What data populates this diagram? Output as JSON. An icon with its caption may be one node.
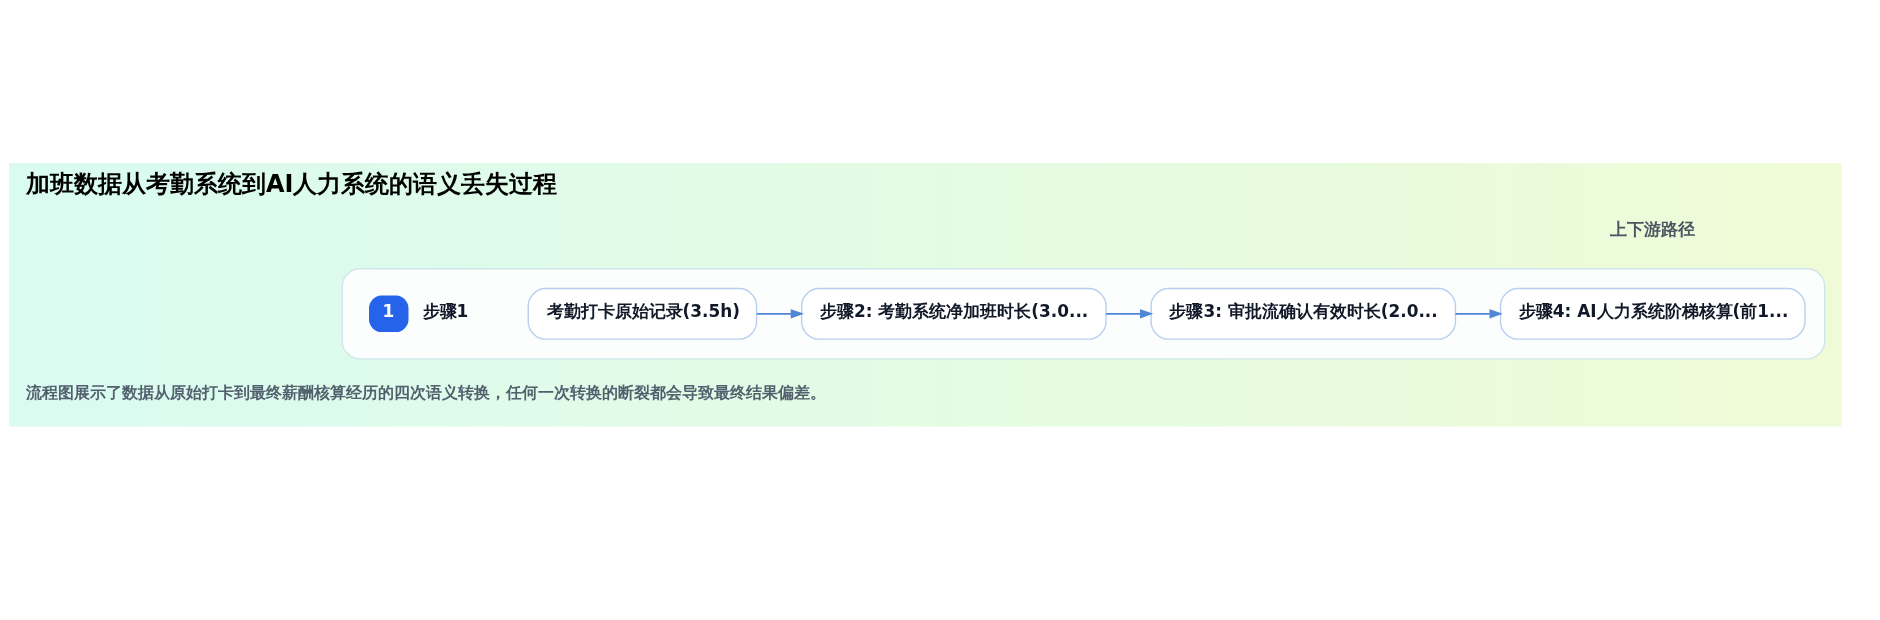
{
  "diagram": {
    "title": "加班数据从考勤系统到AI人力系统的语义丢失过程",
    "caption": "流程图展示了数据从原始打卡到最终薪酬核算经历的四次语义转换，任何一次转换的断裂都会导致最终结果偏差。",
    "nodes": [
      {
        "text": [],
        "shape": "box"
      },
      {
        "text": [
          "1"
        ],
        "in": 0,
        "beside": [
          "步骤1"
        ]
      },
      {
        "text": [
          "考勤打卡原始记录(3.5h)"
        ],
        "in": 0
      },
      {
        "text": [
          "步骤2: 考勤系统净加班时长(3.0..."
        ],
        "in": 0
      },
      {
        "text": [
          "步骤3: 审批流确认有效时长(2.0..."
        ],
        "in": 0
      },
      {
        "text": [
          "步骤4: AI人力系统阶梯核算(前1..."
        ],
        "in": 0
      }
    ],
    "edges": [
      {
        "from": 2,
        "to": 3,
        "arrow": "to"
      },
      {
        "from": 3,
        "to": 4,
        "arrow": "to"
      },
      {
        "from": 4,
        "to": 5,
        "arrow": "to"
      }
    ],
    "labels": [
      "上下游路径"
    ]
  }
}
